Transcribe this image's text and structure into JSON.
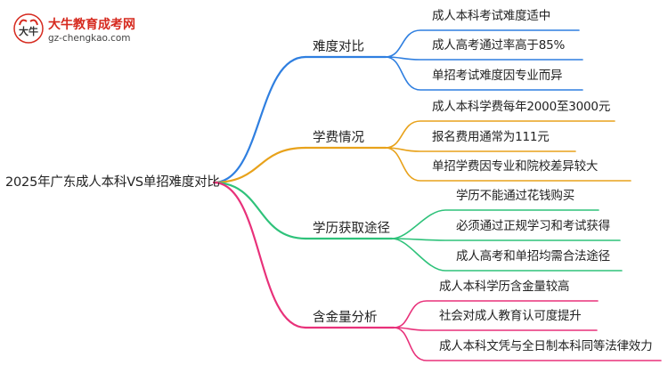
{
  "logo": {
    "title": "大牛教育成考网",
    "url": "gz-chengkao.com",
    "mark_text": "大牛",
    "color": "#d62a1f"
  },
  "root": {
    "label": "2025年广东成人本科VS单招难度对比"
  },
  "branches": [
    {
      "label": "难度对比",
      "color": "#2f7fe0",
      "items": [
        "成人本科考试难度适中",
        "成人高考通过率高于85%",
        "单招考试难度因专业而异"
      ]
    },
    {
      "label": "学费情况",
      "color": "#e8a21b",
      "items": [
        "成人本科学费每年2000至3000元",
        "报名费用通常为111元",
        "单招学费因专业和院校差异较大"
      ]
    },
    {
      "label": "学历获取途径",
      "color": "#2ec27a",
      "items": [
        "学历不能通过花钱购买",
        "必须通过正规学习和考试获得",
        "成人高考和单招均需合法途径"
      ]
    },
    {
      "label": "含金量分析",
      "color": "#e8317a",
      "items": [
        "成人本科学历含金量较高",
        "社会对成人教育认可度提升",
        "成人本科文凭与全日制本科同等法律效力"
      ]
    }
  ]
}
